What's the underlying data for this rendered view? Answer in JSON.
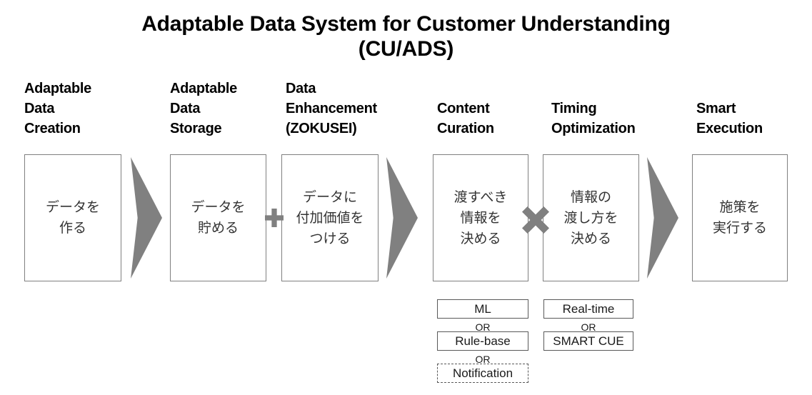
{
  "title": {
    "line1": "Adaptable Data System for Customer Understanding",
    "line2": "(CU/ADS)"
  },
  "columns": [
    {
      "heading": "Adaptable\nData\nCreation",
      "box_text": "データを\n作る"
    },
    {
      "heading": "Adaptable\nData\nStorage",
      "box_text": "データを\n貯める"
    },
    {
      "heading": "Data\nEnhancement\n(ZOKUSEI)",
      "box_text": "データに\n付加価値を\nつける"
    },
    {
      "heading": "Content\nCuration",
      "box_text": "渡すべき\n情報を\n決める"
    },
    {
      "heading": "Timing\nOptimization",
      "box_text": "情報の\n渡し方を\n決める"
    },
    {
      "heading": "Smart\nExecution",
      "box_text": "施策を\n実行する"
    }
  ],
  "operators": {
    "plus": "+",
    "times": "×"
  },
  "options": {
    "content_curation": {
      "item1": "ML",
      "or1": "OR",
      "item2": "Rule-base",
      "or2": "OR",
      "item3": "Notification"
    },
    "timing_optimization": {
      "item1": "Real-time",
      "or1": "OR",
      "item2": "SMART CUE"
    }
  },
  "colors": {
    "box_border": "#808080",
    "arrow_fill": "#808080",
    "operator_fill": "#808080",
    "option_border": "#595959",
    "text": "#000000",
    "box_text": "#333333"
  }
}
